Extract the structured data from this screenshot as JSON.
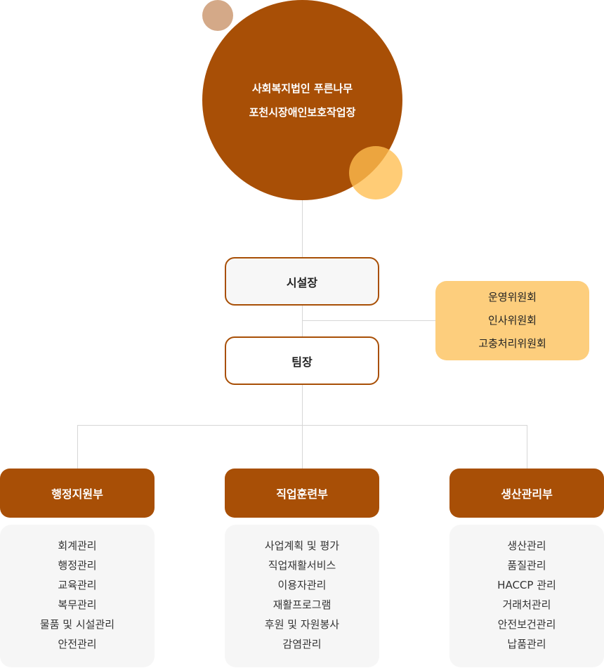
{
  "org": {
    "name_line1": "사회복지법인 푸른나무",
    "name_line2": "포천시장애인보호작업장"
  },
  "director": {
    "label": "시설장"
  },
  "committees": [
    "운영위원회",
    "인사위원회",
    "고충처리위원회"
  ],
  "team_leader": {
    "label": "팀장"
  },
  "departments": [
    {
      "name": "행정지원부",
      "duties": [
        "회계관리",
        "행정관리",
        "교육관리",
        "복무관리",
        "물품 및 시설관리",
        "안전관리"
      ]
    },
    {
      "name": "직업훈련부",
      "duties": [
        "사업계획 및 평가",
        "직업재활서비스",
        "이용자관리",
        "재활프로그램",
        "후원 및 자원봉사",
        "감염관리"
      ]
    },
    {
      "name": "생산관리부",
      "duties": [
        "생산관리",
        "품질관리",
        "HACCP 관리",
        "거래처관리",
        "안전보건관리",
        "납품관리"
      ]
    }
  ],
  "colors": {
    "primary": "#a84f06",
    "accent_light": "#fdce7d",
    "deco_top": "#d4a988",
    "deco_bottom": "#ffbe50",
    "connector": "#d6d6d6",
    "panel_bg": "#f6f6f6"
  }
}
